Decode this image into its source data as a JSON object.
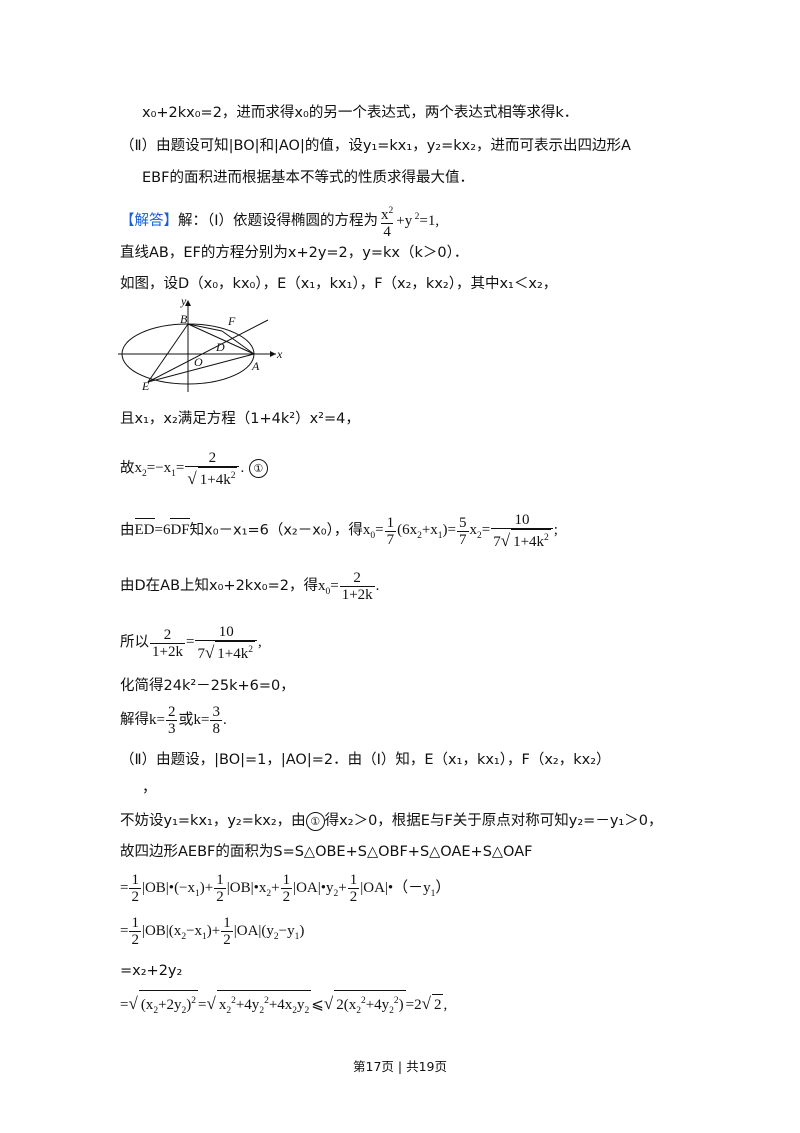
{
  "lines": {
    "l1": "x₀+2kx₀=2，进而求得x₀的另一个表达式，两个表达式相等求得k．",
    "l2": "（Ⅱ）由题设可知|BO|和|AO|的值，设y₁=kx₁，y₂=kx₂，进而可表示出四边形A",
    "l3": "EBF的面积进而根据基本不等式的性质求得最大值．",
    "jieda_tag": "【解答】",
    "l4": "解：（Ⅰ）依题设得椭圆的方程为",
    "l5": "直线AB，EF的方程分别为x+2y=2，y=kx（k＞0）．",
    "l6": "如图，设D（x₀，kx₀），E（x₁，kx₁），F（x₂，kx₂），其中x₁＜x₂，",
    "l7": "且x₁，x₂满足方程（1+4k²）x²=4，",
    "l8": "故",
    "l9a": "由",
    "l9b": "知x₀－x₁=6（x₂－x₀），得",
    "l10": "由D在AB上知x₀+2kx₀=2，得",
    "l11": "所以",
    "l12": "化简得24k²－25k+6=0，",
    "l13": "解得",
    "l14": "（Ⅱ）由题设，|BO|=1，|AO|=2．由（Ⅰ）知，E（x₁，kx₁），F（x₂，kx₂）",
    "l15": "，",
    "l16a": "不妨设y₁=kx₁，y₂=kx₂，由",
    "l16b": "得x₂＞0，根据E与F关于原点对称可知y₂=－y₁＞0，",
    "l17": "故四边形AEBF的面积为S=S△OBE+S△OBF+S△OAE+S△OAF",
    "l20": "=x₂+2y₂",
    "circle1": "①"
  },
  "figure": {
    "labels": [
      "y",
      "x",
      "B",
      "F",
      "D",
      "O",
      "A",
      "E"
    ]
  },
  "footer": "第17页 | 共19页"
}
